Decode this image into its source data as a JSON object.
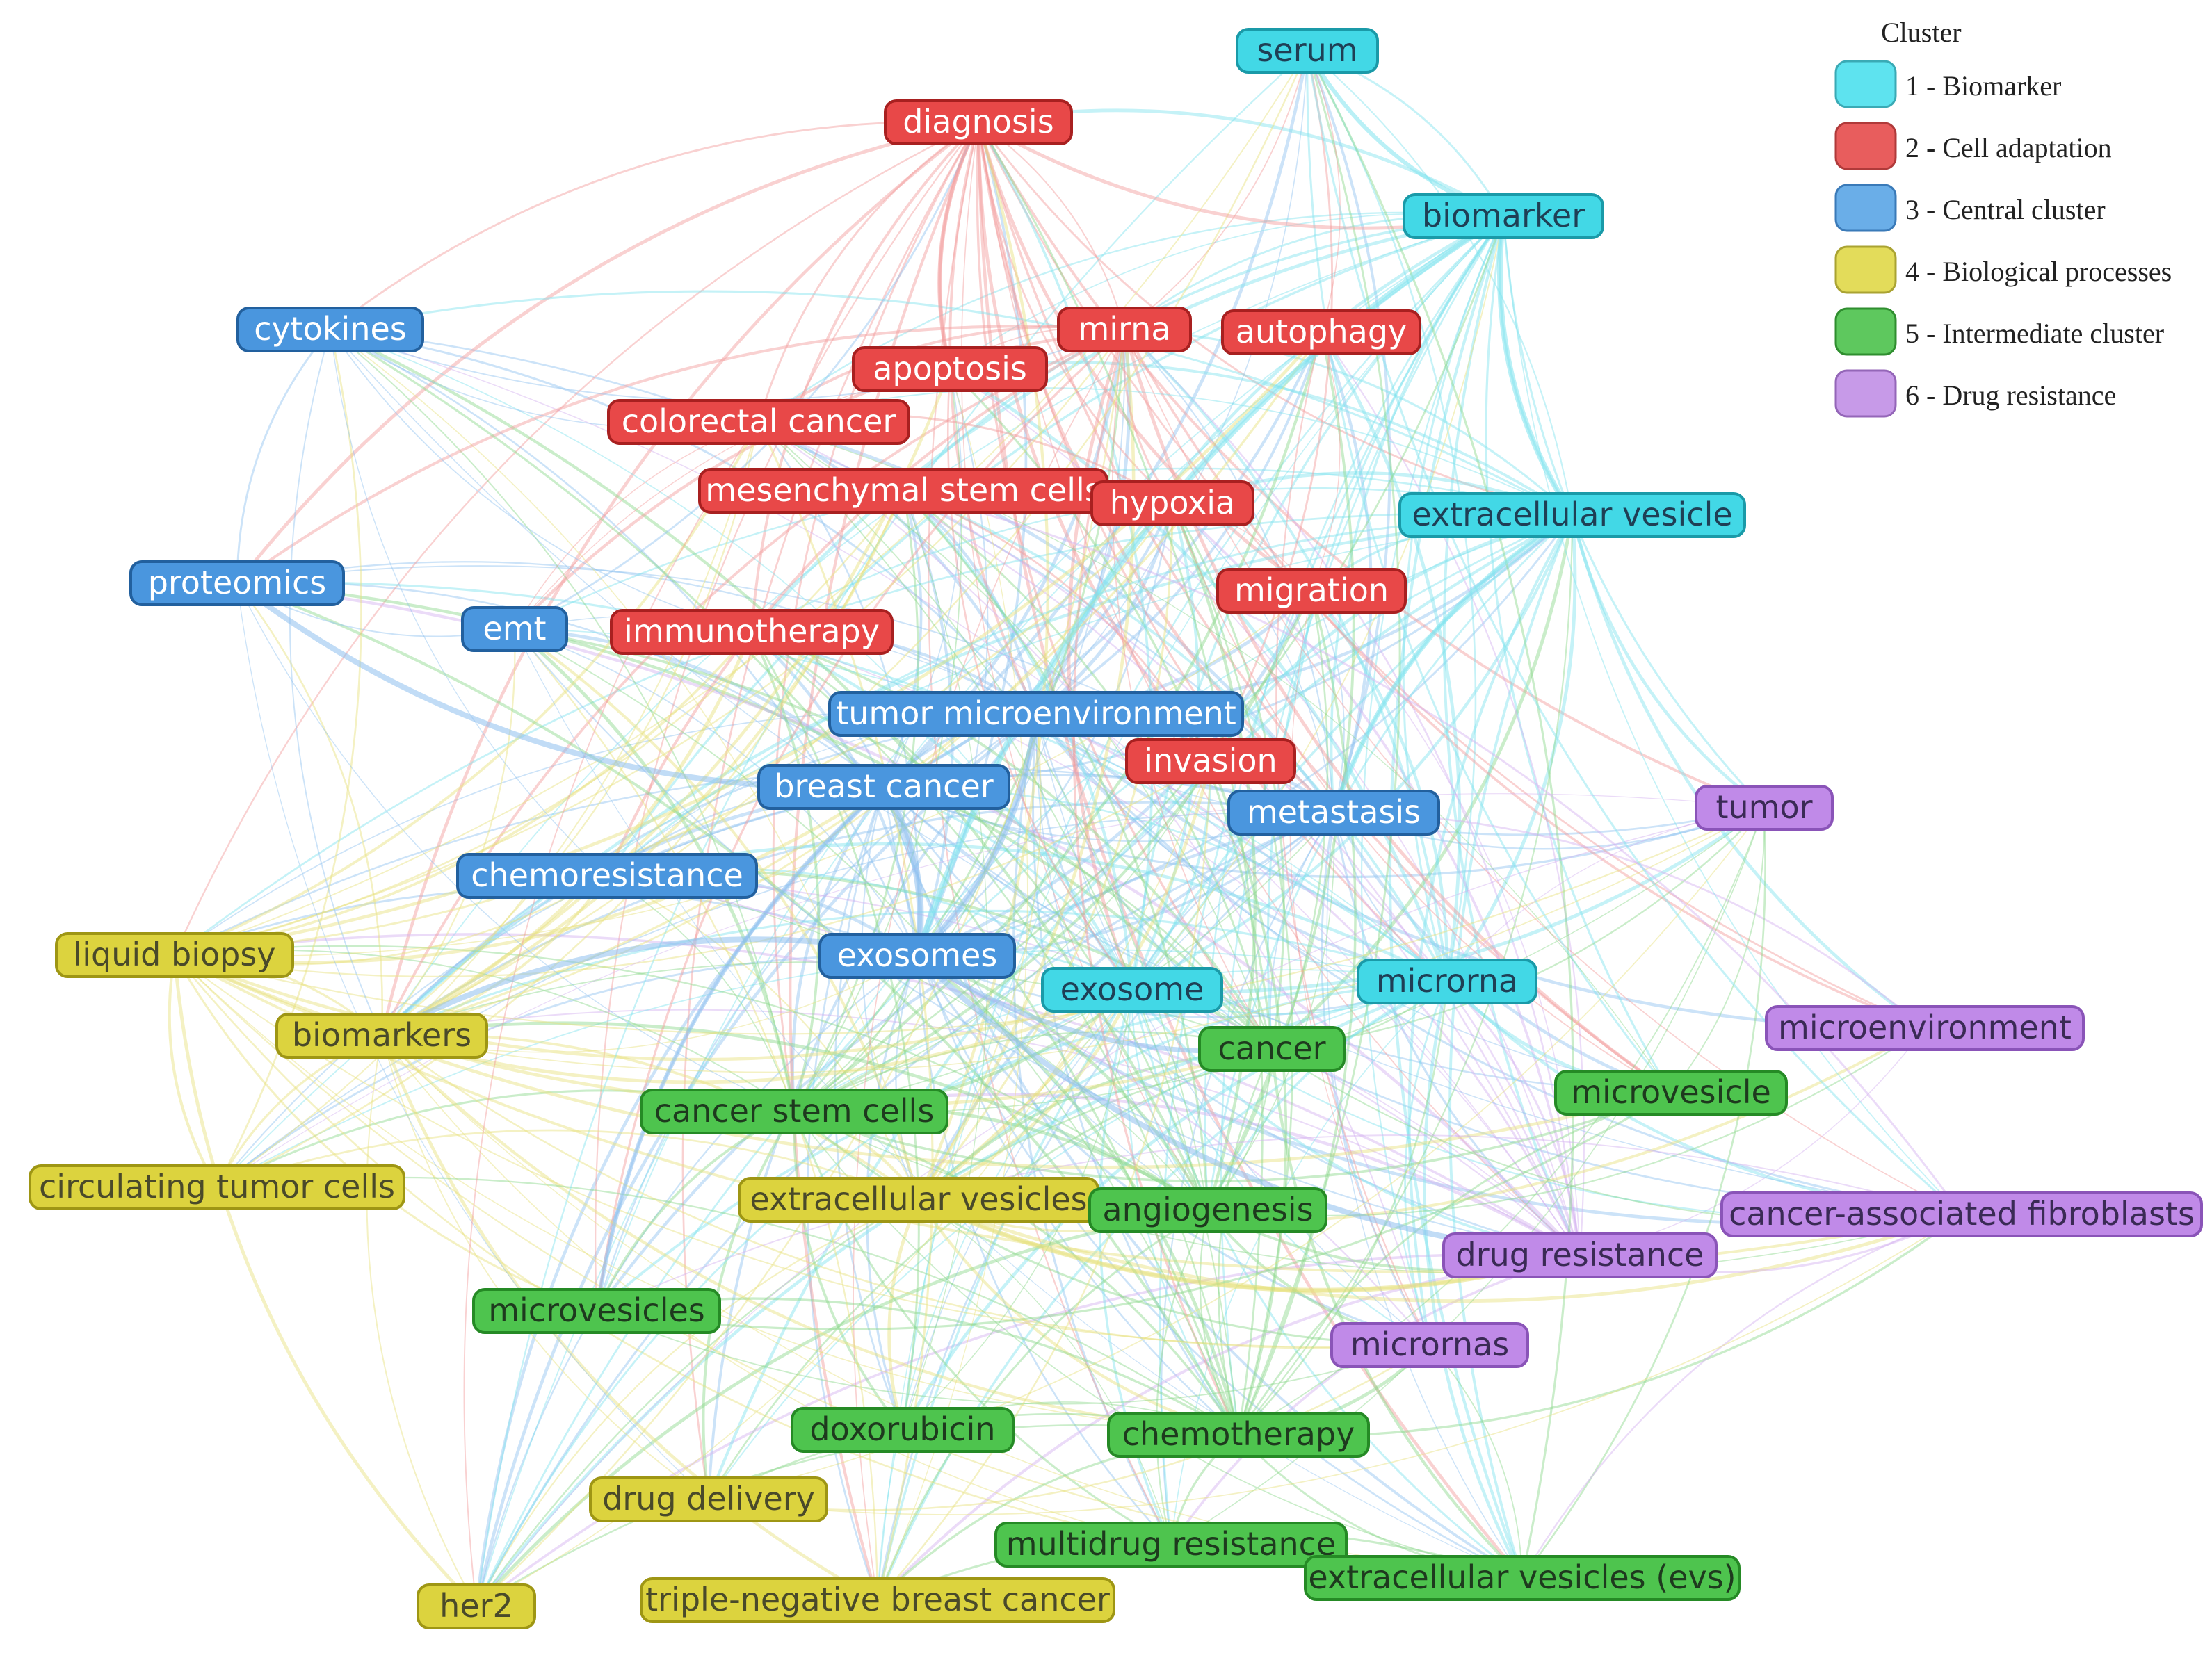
{
  "legend": {
    "title": "Cluster",
    "items": [
      {
        "label": "1 - Biomarker",
        "color": "#5ee3ef"
      },
      {
        "label": "2 - Cell adaptation",
        "color": "#e85d5d"
      },
      {
        "label": "3 - Central cluster",
        "color": "#6aaee8"
      },
      {
        "label": "4 - Biological processes",
        "color": "#e3dc5a"
      },
      {
        "label": "5 - Intermediate cluster",
        "color": "#5ec85e"
      },
      {
        "label": "6 - Drug resistance",
        "color": "#c79ae8"
      }
    ]
  },
  "clusters": {
    "1": {
      "fill": "#42d8e6",
      "stroke": "#1a9aa8",
      "edge": "#7fe3ee",
      "text": "#1f3f55"
    },
    "2": {
      "fill": "#e84848",
      "stroke": "#a82020",
      "edge": "#f29a9a",
      "text": "#ffffff"
    },
    "3": {
      "fill": "#4a96de",
      "stroke": "#22609e",
      "edge": "#8ec0ef",
      "text": "#ffffff"
    },
    "4": {
      "fill": "#dcd33e",
      "stroke": "#9e9614",
      "edge": "#e6e07a",
      "text": "#4a4a2a"
    },
    "5": {
      "fill": "#4ec44e",
      "stroke": "#258a25",
      "edge": "#8ad88a",
      "text": "#1e3a1e"
    },
    "6": {
      "fill": "#c08ae8",
      "stroke": "#8a54b8",
      "edge": "#d2b0f0",
      "text": "#3a2a55"
    }
  },
  "nodes": [
    {
      "id": "serum",
      "label": "serum",
      "cluster": 1
    },
    {
      "id": "biomarker",
      "label": "biomarker",
      "cluster": 1
    },
    {
      "id": "extracellular-vesicle",
      "label": "extracellular vesicle",
      "cluster": 1
    },
    {
      "id": "exosome",
      "label": "exosome",
      "cluster": 1
    },
    {
      "id": "microrna",
      "label": "microrna",
      "cluster": 1
    },
    {
      "id": "diagnosis",
      "label": "diagnosis",
      "cluster": 2
    },
    {
      "id": "mirna",
      "label": "mirna",
      "cluster": 2
    },
    {
      "id": "autophagy",
      "label": "autophagy",
      "cluster": 2
    },
    {
      "id": "apoptosis",
      "label": "apoptosis",
      "cluster": 2
    },
    {
      "id": "colorectal-cancer",
      "label": "colorectal cancer",
      "cluster": 2
    },
    {
      "id": "mesenchymal-stem-cells",
      "label": "mesenchymal stem cells",
      "cluster": 2
    },
    {
      "id": "hypoxia",
      "label": "hypoxia",
      "cluster": 2
    },
    {
      "id": "migration",
      "label": "migration",
      "cluster": 2
    },
    {
      "id": "immunotherapy",
      "label": "immunotherapy",
      "cluster": 2
    },
    {
      "id": "invasion",
      "label": "invasion",
      "cluster": 2
    },
    {
      "id": "cytokines",
      "label": "cytokines",
      "cluster": 3
    },
    {
      "id": "proteomics",
      "label": "proteomics",
      "cluster": 3
    },
    {
      "id": "emt",
      "label": "emt",
      "cluster": 3
    },
    {
      "id": "tumor-microenvironment",
      "label": "tumor microenvironment",
      "cluster": 3
    },
    {
      "id": "breast-cancer",
      "label": "breast cancer",
      "cluster": 3
    },
    {
      "id": "metastasis",
      "label": "metastasis",
      "cluster": 3
    },
    {
      "id": "chemoresistance",
      "label": "chemoresistance",
      "cluster": 3
    },
    {
      "id": "exosomes",
      "label": "exosomes",
      "cluster": 3
    },
    {
      "id": "liquid-biopsy",
      "label": "liquid biopsy",
      "cluster": 4
    },
    {
      "id": "biomarkers",
      "label": "biomarkers",
      "cluster": 4
    },
    {
      "id": "circulating-tumor-cells",
      "label": "circulating tumor cells",
      "cluster": 4
    },
    {
      "id": "extracellular-vesicles",
      "label": "extracellular vesicles",
      "cluster": 4
    },
    {
      "id": "drug-delivery",
      "label": "drug delivery",
      "cluster": 4
    },
    {
      "id": "her2",
      "label": "her2",
      "cluster": 4
    },
    {
      "id": "triple-negative-breast-cancer",
      "label": "triple-negative breast cancer",
      "cluster": 4
    },
    {
      "id": "cancer",
      "label": "cancer",
      "cluster": 5
    },
    {
      "id": "microvesicle",
      "label": "microvesicle",
      "cluster": 5
    },
    {
      "id": "cancer-stem-cells",
      "label": "cancer stem cells",
      "cluster": 5
    },
    {
      "id": "angiogenesis",
      "label": "angiogenesis",
      "cluster": 5
    },
    {
      "id": "microvesicles",
      "label": "microvesicles",
      "cluster": 5
    },
    {
      "id": "doxorubicin",
      "label": "doxorubicin",
      "cluster": 5
    },
    {
      "id": "chemotherapy",
      "label": "chemotherapy",
      "cluster": 5
    },
    {
      "id": "multidrug-resistance",
      "label": "multidrug resistance",
      "cluster": 5
    },
    {
      "id": "extracellular-vesicles-evs",
      "label": "extracellular vesicles (evs)",
      "cluster": 5
    },
    {
      "id": "tumor",
      "label": "tumor",
      "cluster": 6
    },
    {
      "id": "microenvironment",
      "label": "microenvironment",
      "cluster": 6
    },
    {
      "id": "cancer-associated-fibroblasts",
      "label": "cancer-associated fibroblasts",
      "cluster": 6
    },
    {
      "id": "drug-resistance",
      "label": "drug resistance",
      "cluster": 6
    },
    {
      "id": "micrornas",
      "label": "micrornas",
      "cluster": 6
    }
  ]
}
